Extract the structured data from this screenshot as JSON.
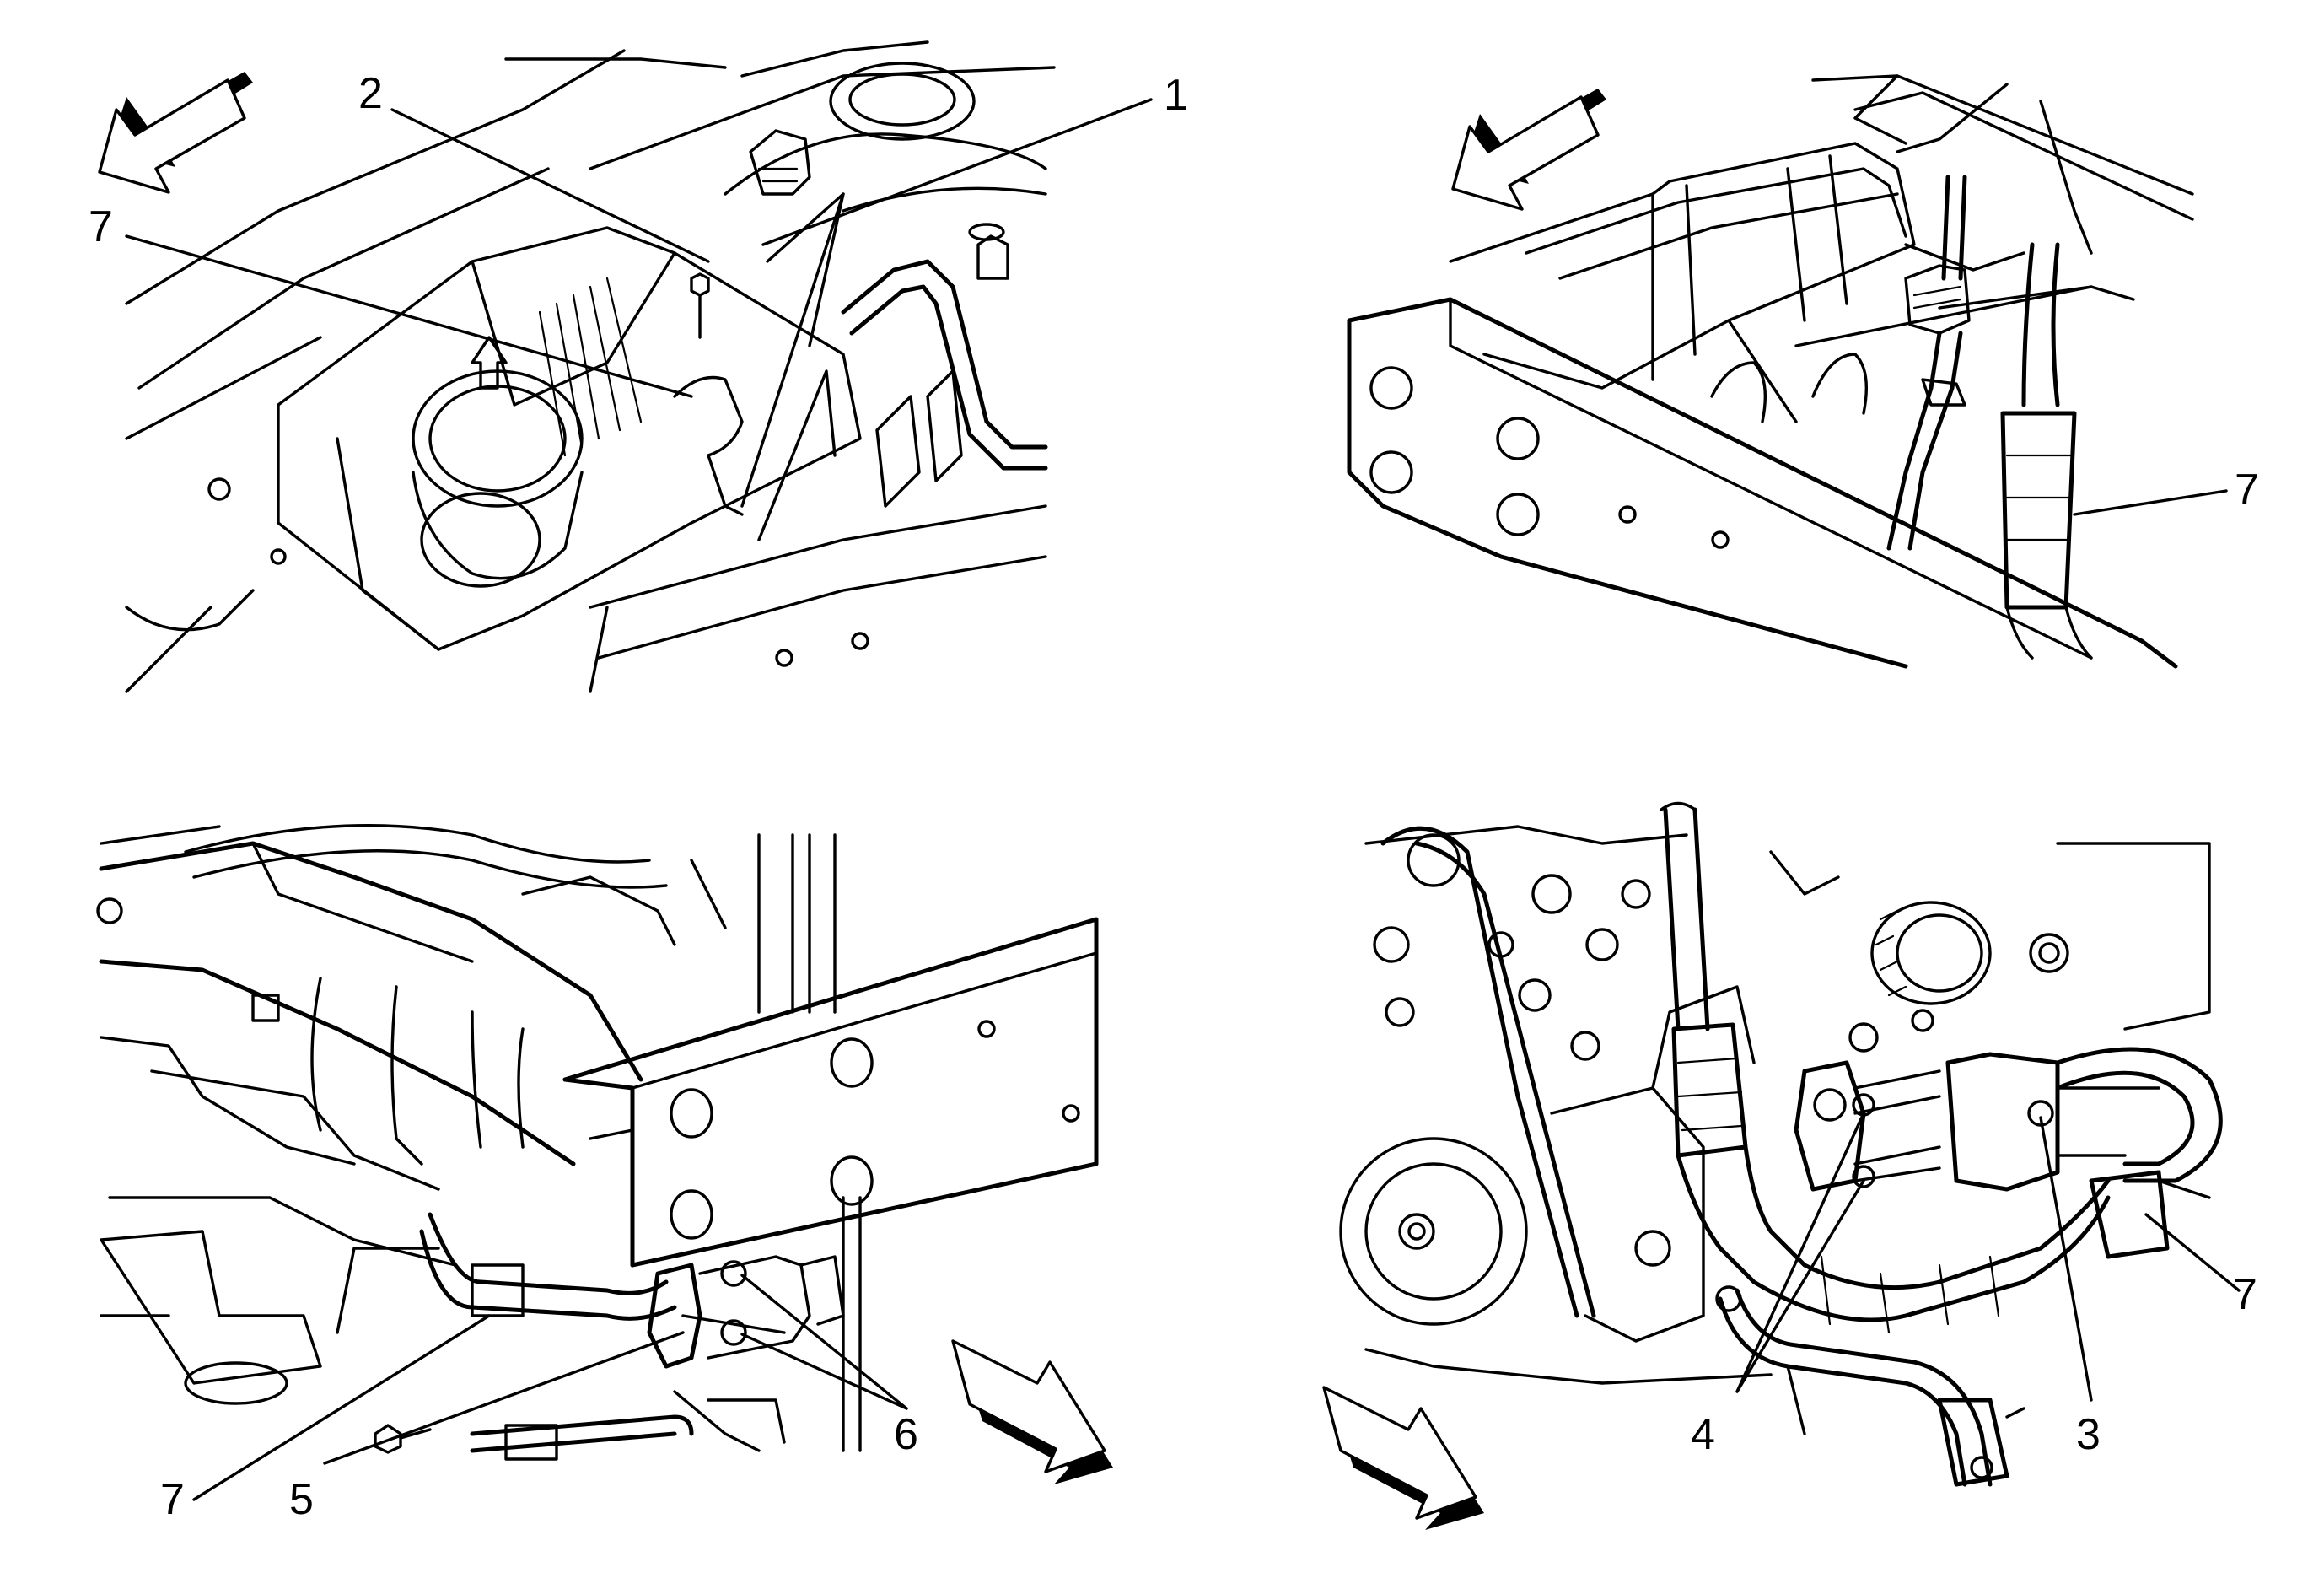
{
  "colors": {
    "line": "#000000",
    "background": "#ffffff",
    "arrow_shadow": "#000000"
  },
  "panels": [
    {
      "id": "top-left",
      "callouts": [
        {
          "label": "1"
        },
        {
          "label": "2"
        },
        {
          "label": "7"
        }
      ]
    },
    {
      "id": "top-right",
      "callouts": [
        {
          "label": "7"
        }
      ]
    },
    {
      "id": "bottom-left",
      "callouts": [
        {
          "label": "7"
        },
        {
          "label": "5"
        },
        {
          "label": "6"
        }
      ]
    },
    {
      "id": "bottom-right",
      "callouts": [
        {
          "label": "4"
        },
        {
          "label": "3"
        },
        {
          "label": "7"
        }
      ]
    }
  ],
  "icons": [
    "front-direction-arrow-icon"
  ]
}
